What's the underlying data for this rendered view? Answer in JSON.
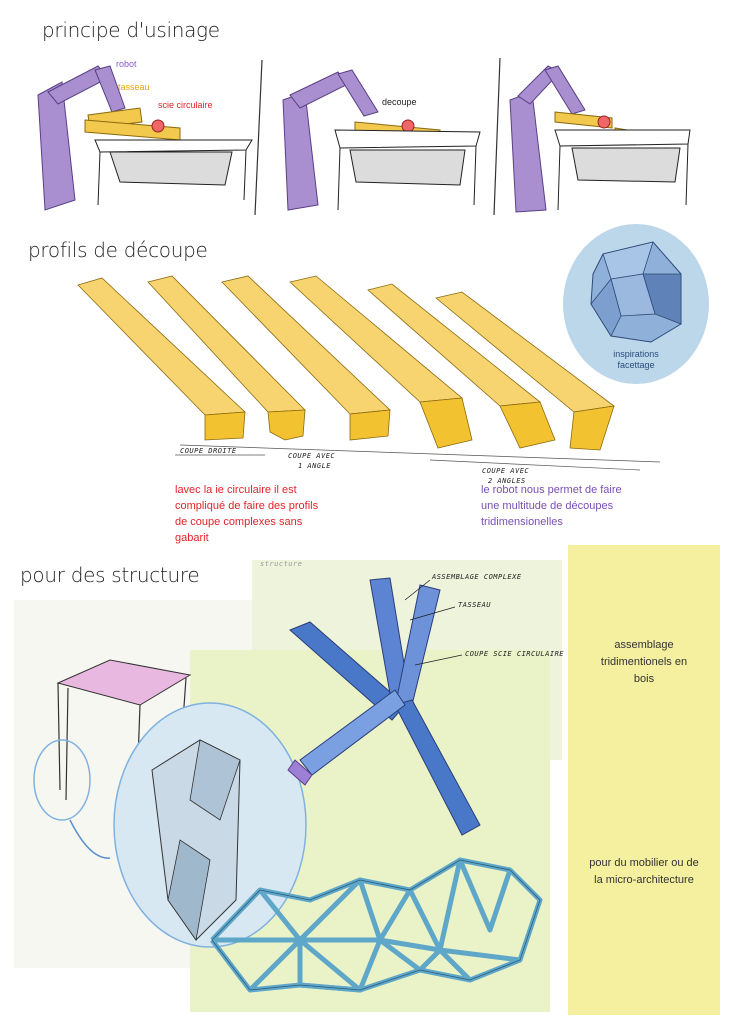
{
  "sections": {
    "usinage_title": "principe d'usinage",
    "profils_title": "profils de découpe",
    "structure_title": "pour des structure"
  },
  "usinage_labels": {
    "robot": "robot",
    "tasseau": "tasseau",
    "scie": "scie circulaire",
    "decoupe": "decoupe"
  },
  "profil_labels": {
    "coupe_droite": "COUPE DROITE",
    "coupe_angle_1": "COUPE AVEC",
    "coupe_angle_2": "1 ANGLE",
    "coupe_2angles_1": "COUPE AVEC",
    "coupe_2angles_2": "2 ANGLES"
  },
  "inspiration": {
    "line1": "inspirations",
    "line2": "facettage"
  },
  "notes": {
    "red_1": "lavec la ie circulaire il est",
    "red_2": "compliqué de faire des profils",
    "red_3": "de coupe complexes sans",
    "red_4": "gabarit",
    "purple_1": "le robot nous permet de faire",
    "purple_2": "une multitude de découpes",
    "purple_3": "tridimensionelles"
  },
  "structure_labels": {
    "assemblage_complexe": "ASSEMBLAGE COMPLEXE",
    "tasseau": "TASSEAU",
    "coupe": "COUPE SCIE CIRCULAIRE",
    "sketch_word": "structure"
  },
  "side_panel": {
    "text1_line1": "assemblage",
    "text1_line2": "tridimentionels en",
    "text1_line3": "bois",
    "text2_line1": "pour du mobilier ou de",
    "text2_line2": "la micro-architecture"
  },
  "colors": {
    "robot_purple": "#a98fd0",
    "wood_yellow": "#f2c94c",
    "red_text": "#e2232a",
    "purple_text": "#7a4fb5",
    "panel_yellow": "#f4f0a0"
  }
}
